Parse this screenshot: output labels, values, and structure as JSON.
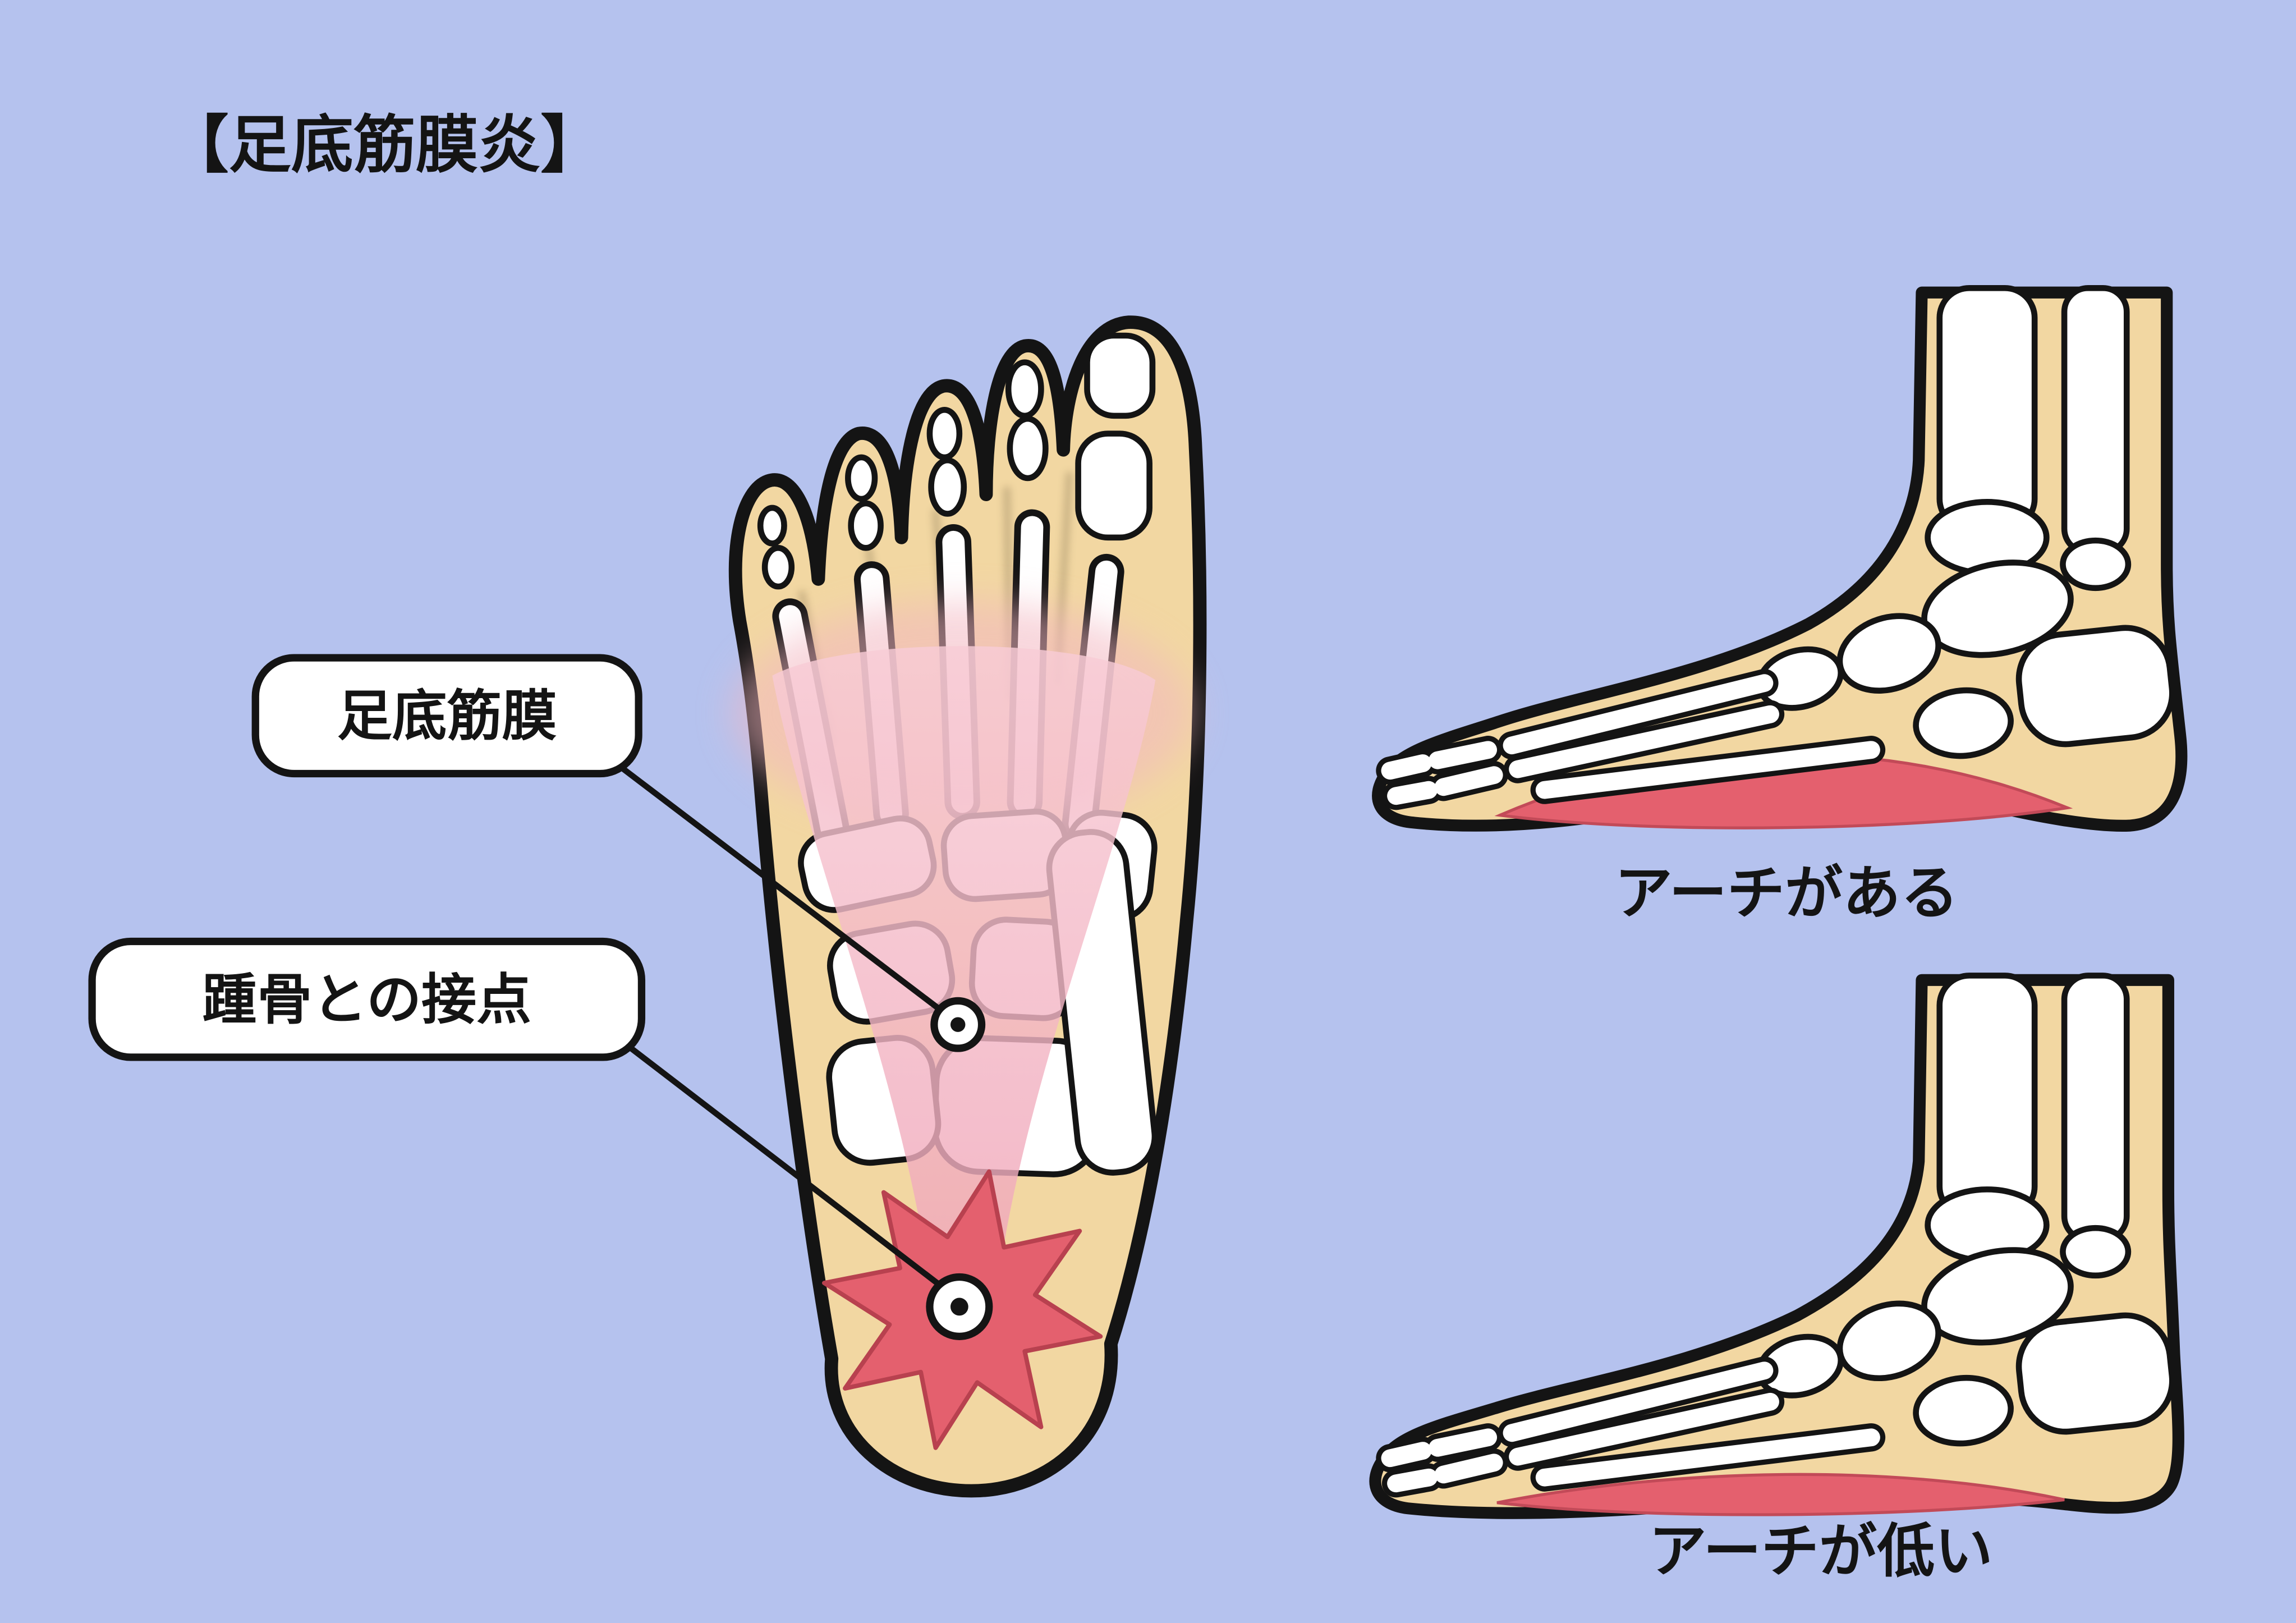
{
  "title": "【足底筋膜炎】",
  "labels": {
    "fascia": "足底筋膜",
    "heel_contact": "踵骨との接点"
  },
  "captions": {
    "arch_present": "アーチがある",
    "arch_low": "アーチが低い"
  },
  "colors": {
    "background": "#b5c2ee",
    "skin": "#f2d7a2",
    "outline": "#141414",
    "bone": "#ffffff",
    "fascia_pink_light": "#f8ccd6",
    "fascia_pink_deep": "#f0a9bb",
    "pain_red": "#e4606e",
    "label_box_bg": "#ffffff",
    "text": "#141414"
  }
}
